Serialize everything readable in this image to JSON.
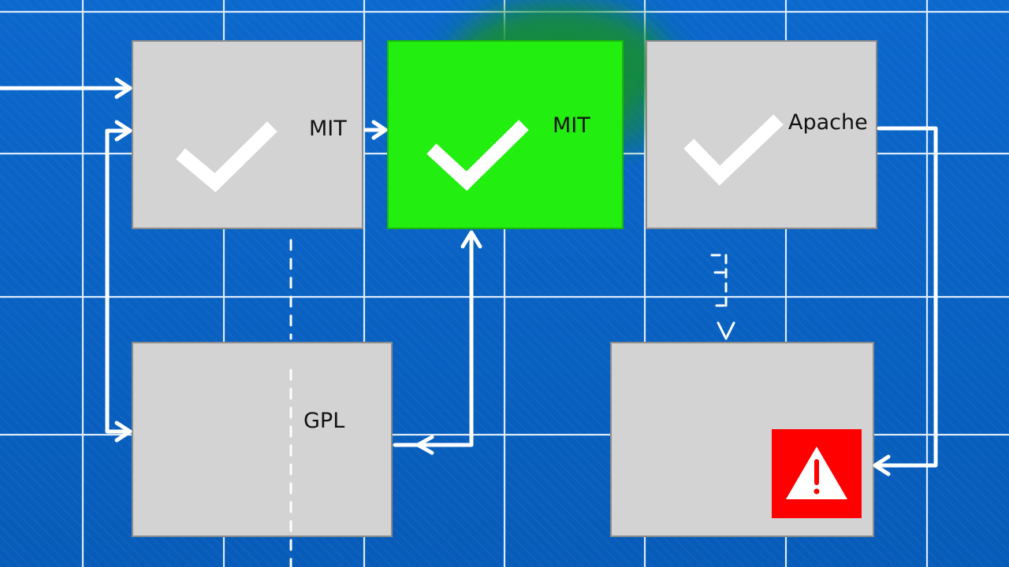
{
  "diagram": {
    "colors": {
      "background": "#0a63c6",
      "grid": "#e9f3ff",
      "box": "#d3d3d3",
      "box_border": "#8b8b8b",
      "highlight": "#22ef0f",
      "glow": "#178f2e",
      "warning": "#ff0000",
      "arrow": "#ffffff",
      "text": "#111111"
    },
    "nodes": {
      "mit_source": {
        "label": "MIT",
        "icon": "check-icon",
        "status": "compatible"
      },
      "mit_target": {
        "label": "MIT",
        "icon": "check-icon",
        "status": "compatible",
        "highlight": "green"
      },
      "apache": {
        "label": "Apache",
        "icon": "check-icon",
        "status": "compatible"
      },
      "gpl": {
        "label": "GPL",
        "icon": "none"
      },
      "warning_box": {
        "label": "",
        "icon": "warning-icon",
        "status": "warning"
      }
    }
  }
}
